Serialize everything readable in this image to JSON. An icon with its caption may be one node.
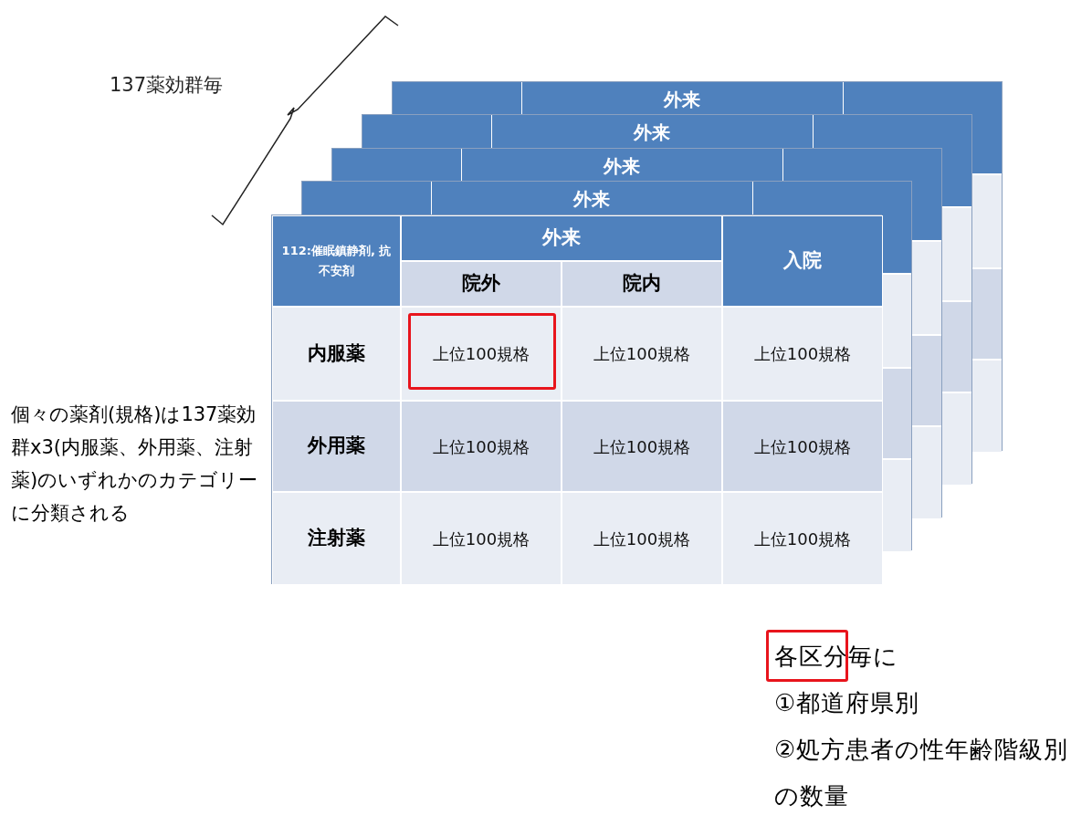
{
  "diagram": {
    "labels": [
      "137薬効群毎",
      "外来",
      "外来",
      "外来",
      "外来",
      "112:催眠鎮静剤, 抗不安剤",
      "外来",
      "入院",
      "院外",
      "院内",
      "内服薬",
      "上位100規格",
      "上位100規格",
      "上位100規格",
      "外用薬",
      "上位100規格",
      "上位100規格",
      "上位100規格",
      "注射薬",
      "上位100規格",
      "上位100規格",
      "上位100規格",
      "個々の薬剤(規格)は137薬効群x3(内服薬、外用薬、注射薬)のいずれかのカテゴリーに分類される",
      "各区分毎に",
      "①都道府県別",
      "②処方患者の性年齢階級別の数量"
    ]
  }
}
